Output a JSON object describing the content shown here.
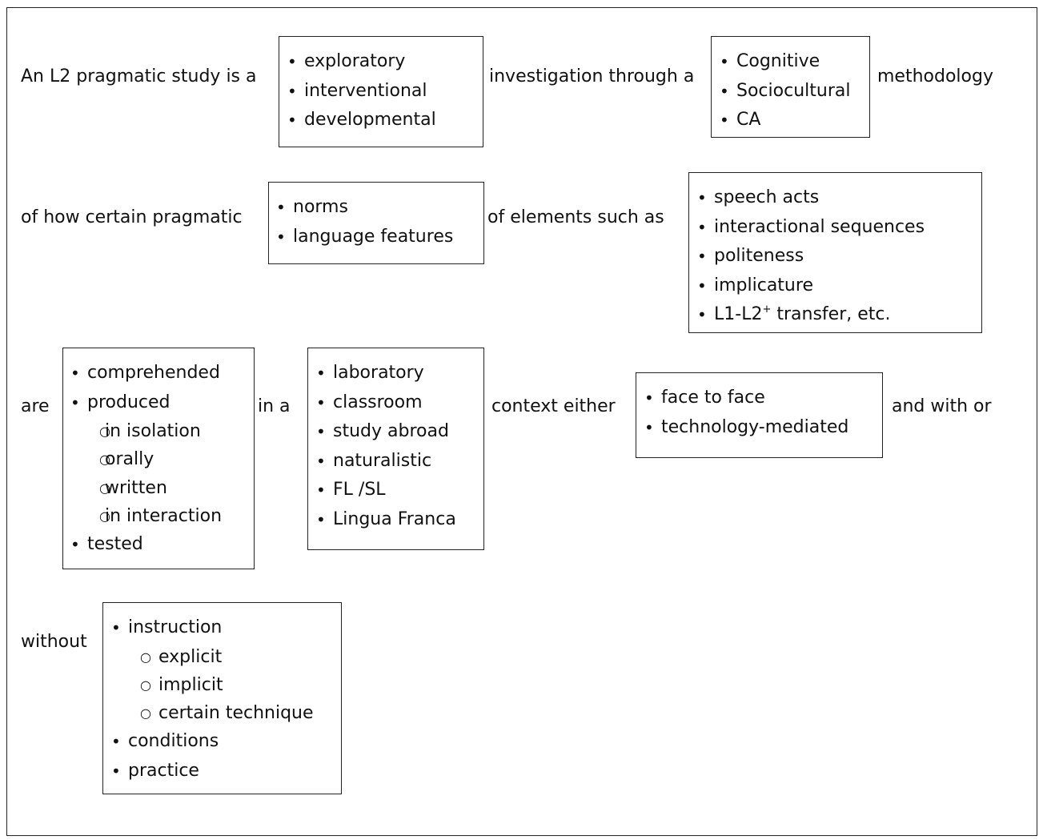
{
  "row1": {
    "text_a": "An L2 pragmatic study is a",
    "box_a": [
      "exploratory",
      "interventional",
      "developmental"
    ],
    "text_b": "investigation through a",
    "box_b": [
      "Cognitive",
      "Sociocultural",
      "CA"
    ],
    "text_c": "methodology"
  },
  "row2": {
    "text_a": "of how certain pragmatic",
    "box_a": [
      "norms",
      "language features"
    ],
    "text_b": "of elements such as",
    "box_b": [
      "speech acts",
      "interactional sequences",
      "politeness",
      "implicature"
    ],
    "transfer_prefix": "L1-L2",
    "transfer_sup": "+",
    "transfer_suffix": " transfer, etc."
  },
  "row3": {
    "text_a": "are",
    "box_a": {
      "comprehended": "comprehended",
      "produced": "produced",
      "produced_sub": [
        "in isolation",
        "orally",
        "written",
        "in interaction"
      ],
      "tested": "tested"
    },
    "text_b": "in a",
    "box_b": [
      "laboratory",
      "classroom",
      "study abroad",
      "naturalistic",
      "FL /SL",
      "Lingua Franca"
    ],
    "text_c": "context either",
    "box_c": [
      "face to face",
      "technology-mediated"
    ],
    "text_d": "and with or"
  },
  "row4": {
    "text_a": "without",
    "box_a": {
      "instruction": "instruction",
      "instruction_sub": [
        "explicit",
        "implicit",
        "certain technique"
      ],
      "conditions": "conditions",
      "practice": "practice"
    }
  }
}
